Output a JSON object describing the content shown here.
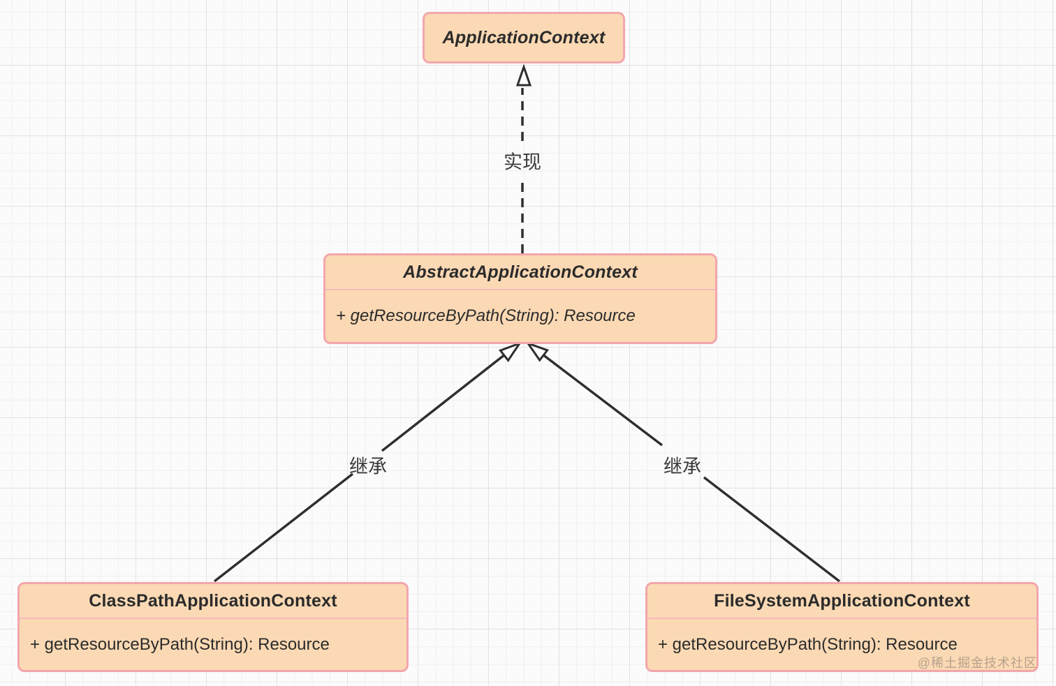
{
  "canvas": {
    "background": "#fbfbfb",
    "grid_minor_color": "#efefef",
    "grid_major_color": "#e2e2e2"
  },
  "palette": {
    "box_fill": "#fbd9b4",
    "box_border": "#f2a6ac",
    "box_divider": "#f5b9bd",
    "edge_color": "#2f2f2f",
    "text_color": "#2b2b2b"
  },
  "diagram": {
    "classes": [
      {
        "name": "ApplicationContext",
        "methods": []
      },
      {
        "name": "AbstractApplicationContext",
        "methods": [
          "+ getResourceByPath(String): Resource"
        ]
      },
      {
        "name": "ClassPathApplicationContext",
        "methods": [
          "+ getResourceByPath(String): Resource"
        ]
      },
      {
        "name": "FileSystemApplicationContext",
        "methods": [
          "+ getResourceByPath(String): Resource"
        ]
      }
    ],
    "relations": [
      {
        "type": "realization",
        "label": "实现",
        "from": "AbstractApplicationContext",
        "to": "ApplicationContext"
      },
      {
        "type": "generalization",
        "label": "继承",
        "from": "ClassPathApplicationContext",
        "to": "AbstractApplicationContext"
      },
      {
        "type": "generalization",
        "label": "继承",
        "from": "FileSystemApplicationContext",
        "to": "AbstractApplicationContext"
      }
    ],
    "watermark": "@稀土掘金技术社区"
  }
}
